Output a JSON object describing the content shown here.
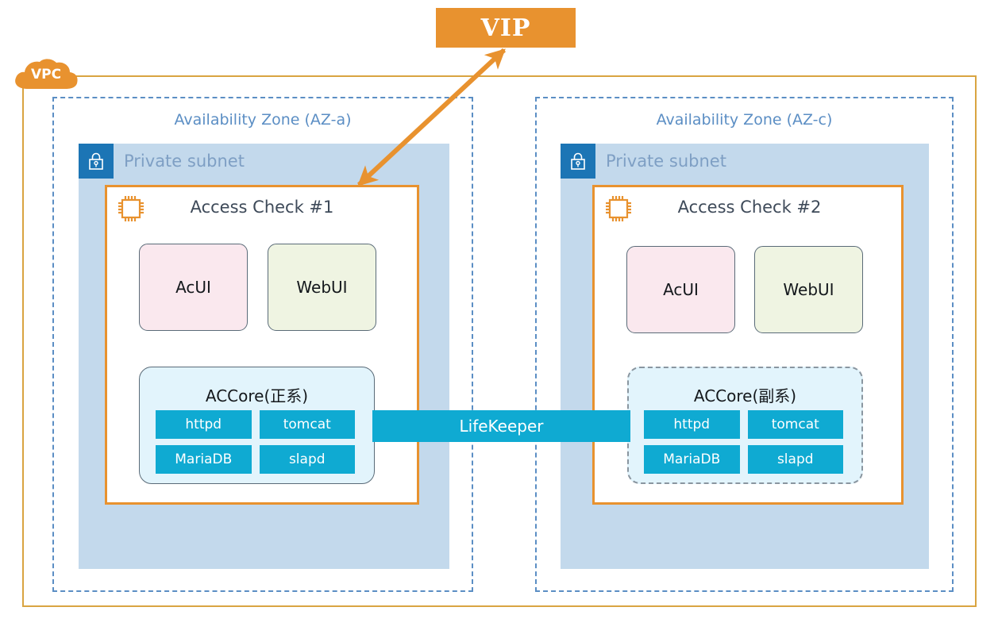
{
  "vip": {
    "label": "VIP",
    "color": "#E8922F"
  },
  "vpc": {
    "label": "VPC",
    "border_color": "#D9A441",
    "cloud_color": "#E8922F"
  },
  "zones": [
    {
      "id": "az-a",
      "title": "Availability Zone (AZ-a)",
      "subnet": {
        "label": "Private subnet",
        "icon": "lock-icon",
        "fill": "#C3D9EC"
      },
      "instance": {
        "title": "Access Check #1",
        "icon": "cpu-icon",
        "border_color": "#E8922F",
        "ui_tiles": [
          {
            "label": "AcUI",
            "color": "#FAE8EE"
          },
          {
            "label": "WebUI",
            "color": "#EFF4E2"
          }
        ],
        "core": {
          "title": "ACCore(正系)",
          "border_style": "solid",
          "services": [
            "httpd",
            "tomcat",
            "MariaDB",
            "slapd"
          ]
        }
      }
    },
    {
      "id": "az-c",
      "title": "Availability Zone (AZ-c)",
      "subnet": {
        "label": "Private subnet",
        "icon": "lock-icon",
        "fill": "#C3D9EC"
      },
      "instance": {
        "title": "Access Check #2",
        "icon": "cpu-icon",
        "border_color": "#E8922F",
        "ui_tiles": [
          {
            "label": "AcUI",
            "color": "#FAE8EE"
          },
          {
            "label": "WebUI",
            "color": "#EFF4E2"
          }
        ],
        "core": {
          "title": "ACCore(副系)",
          "border_style": "dashed",
          "services": [
            "httpd",
            "tomcat",
            "MariaDB",
            "slapd"
          ]
        }
      }
    }
  ],
  "connector": {
    "label": "LifeKeeper",
    "color": "#0FAAD2"
  },
  "arrow": {
    "name": "vip-traffic-arrow",
    "color": "#E8922F",
    "double_headed": true
  }
}
